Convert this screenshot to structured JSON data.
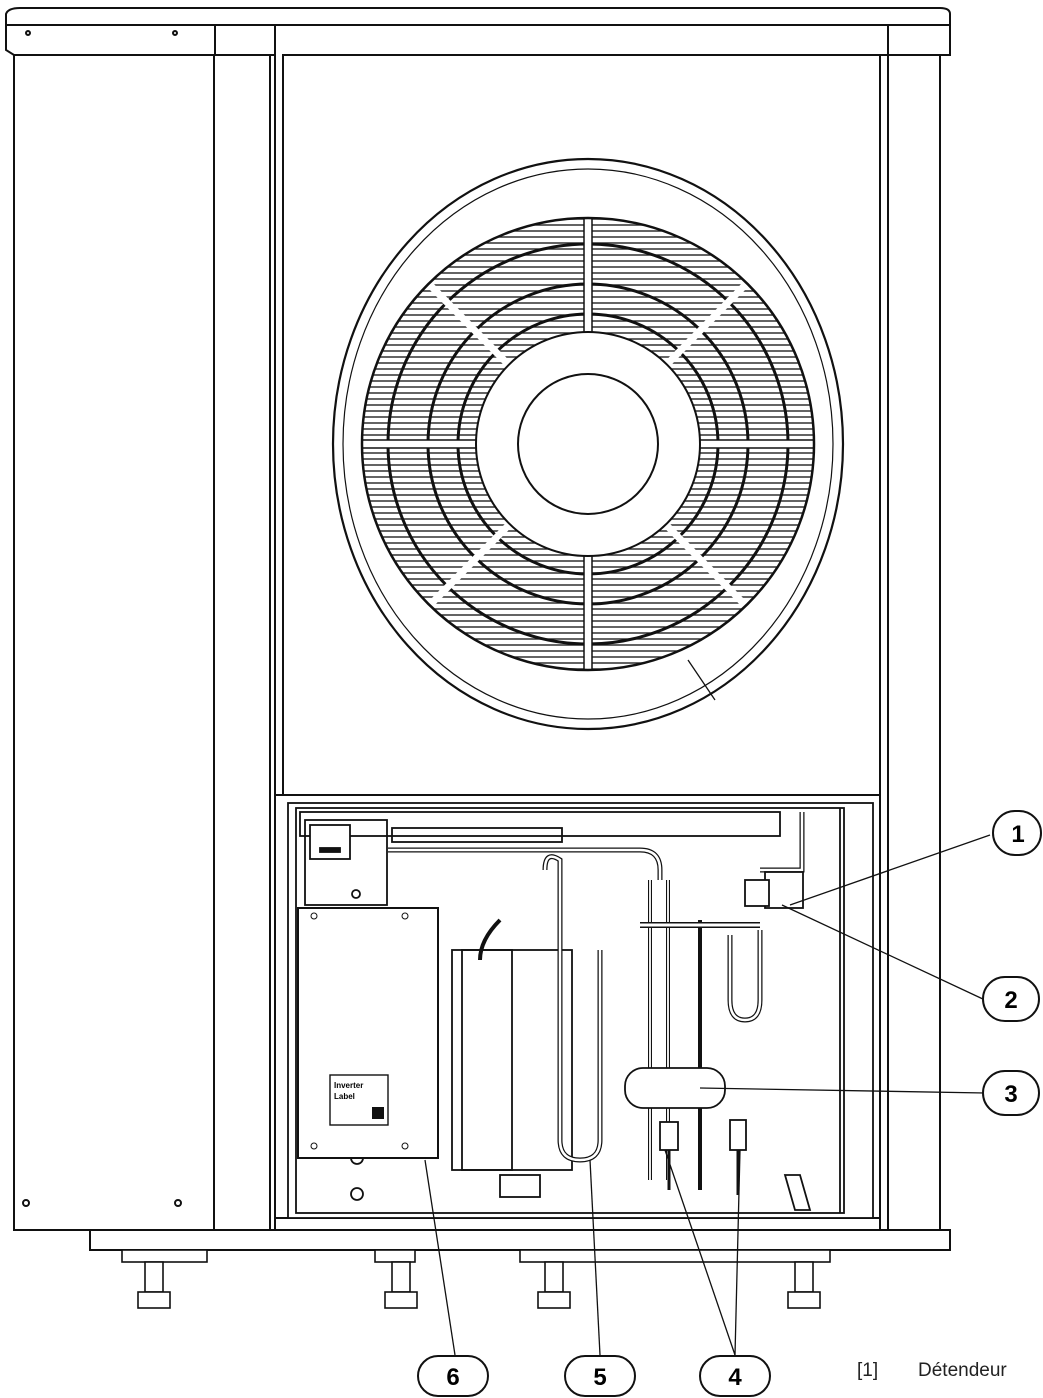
{
  "callouts": [
    "1",
    "2",
    "3",
    "4",
    "5",
    "6"
  ],
  "panel_label": {
    "line1": "Inverter",
    "line2": "Label"
  },
  "legend": {
    "items": [
      {
        "number": "[1]",
        "text": "Détendeur"
      }
    ]
  }
}
